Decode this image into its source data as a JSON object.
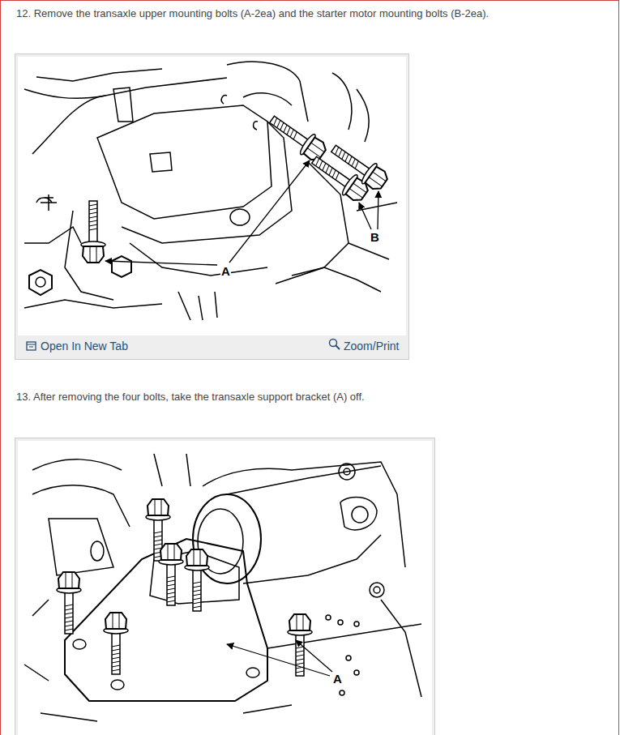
{
  "diagram": {
    "labels": [
      "12. Remove the transaxle upper mounting bolts (A-2ea) and the starter motor mounting bolts (B-2ea).",
      "A",
      "B",
      "Open In New Tab",
      "Zoom/Print",
      "13. After removing the four bolts, take the transaxle support bracket (A) off.",
      "A"
    ]
  }
}
